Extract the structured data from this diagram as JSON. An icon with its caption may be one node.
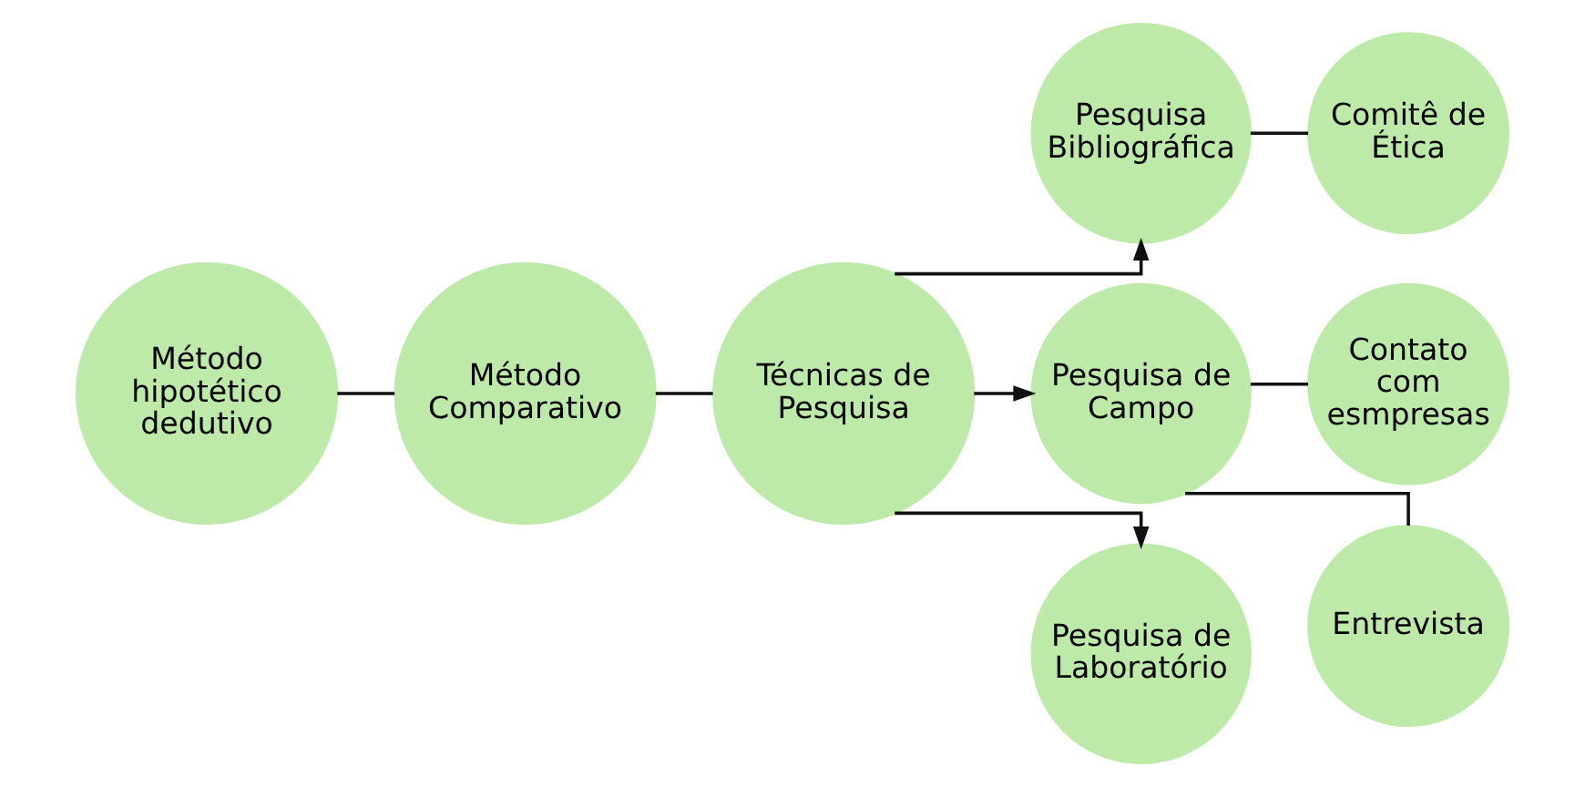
{
  "diagram": {
    "nodes": [
      {
        "text": [
          "Método hipotético dedutivo"
        ]
      },
      {
        "text": [
          "Método Comparativo"
        ]
      },
      {
        "text": [
          "Técnicas de Pesquisa"
        ]
      },
      {
        "text": [
          "Pesquisa Bibliográfica"
        ]
      },
      {
        "text": [
          "Pesquisa de Campo"
        ]
      },
      {
        "text": [
          "Pesquisa de Laboratório"
        ]
      },
      {
        "text": [
          "Comitê de Ética"
        ]
      },
      {
        "text": [
          "Contato com esmpresas"
        ]
      },
      {
        "text": [
          "Entrevista"
        ]
      }
    ],
    "edges": [
      {
        "from": 0,
        "to": 1,
        "arrow": "none"
      },
      {
        "from": 1,
        "to": 2,
        "arrow": "none"
      },
      {
        "from": 2,
        "to": 3,
        "arrow": "to"
      },
      {
        "from": 2,
        "to": 4,
        "arrow": "to"
      },
      {
        "from": 2,
        "to": 5,
        "arrow": "to"
      },
      {
        "from": 3,
        "to": 6,
        "arrow": "none"
      },
      {
        "from": 4,
        "to": 7,
        "arrow": "none"
      },
      {
        "from": 4,
        "to": 8,
        "arrow": "none"
      }
    ]
  }
}
